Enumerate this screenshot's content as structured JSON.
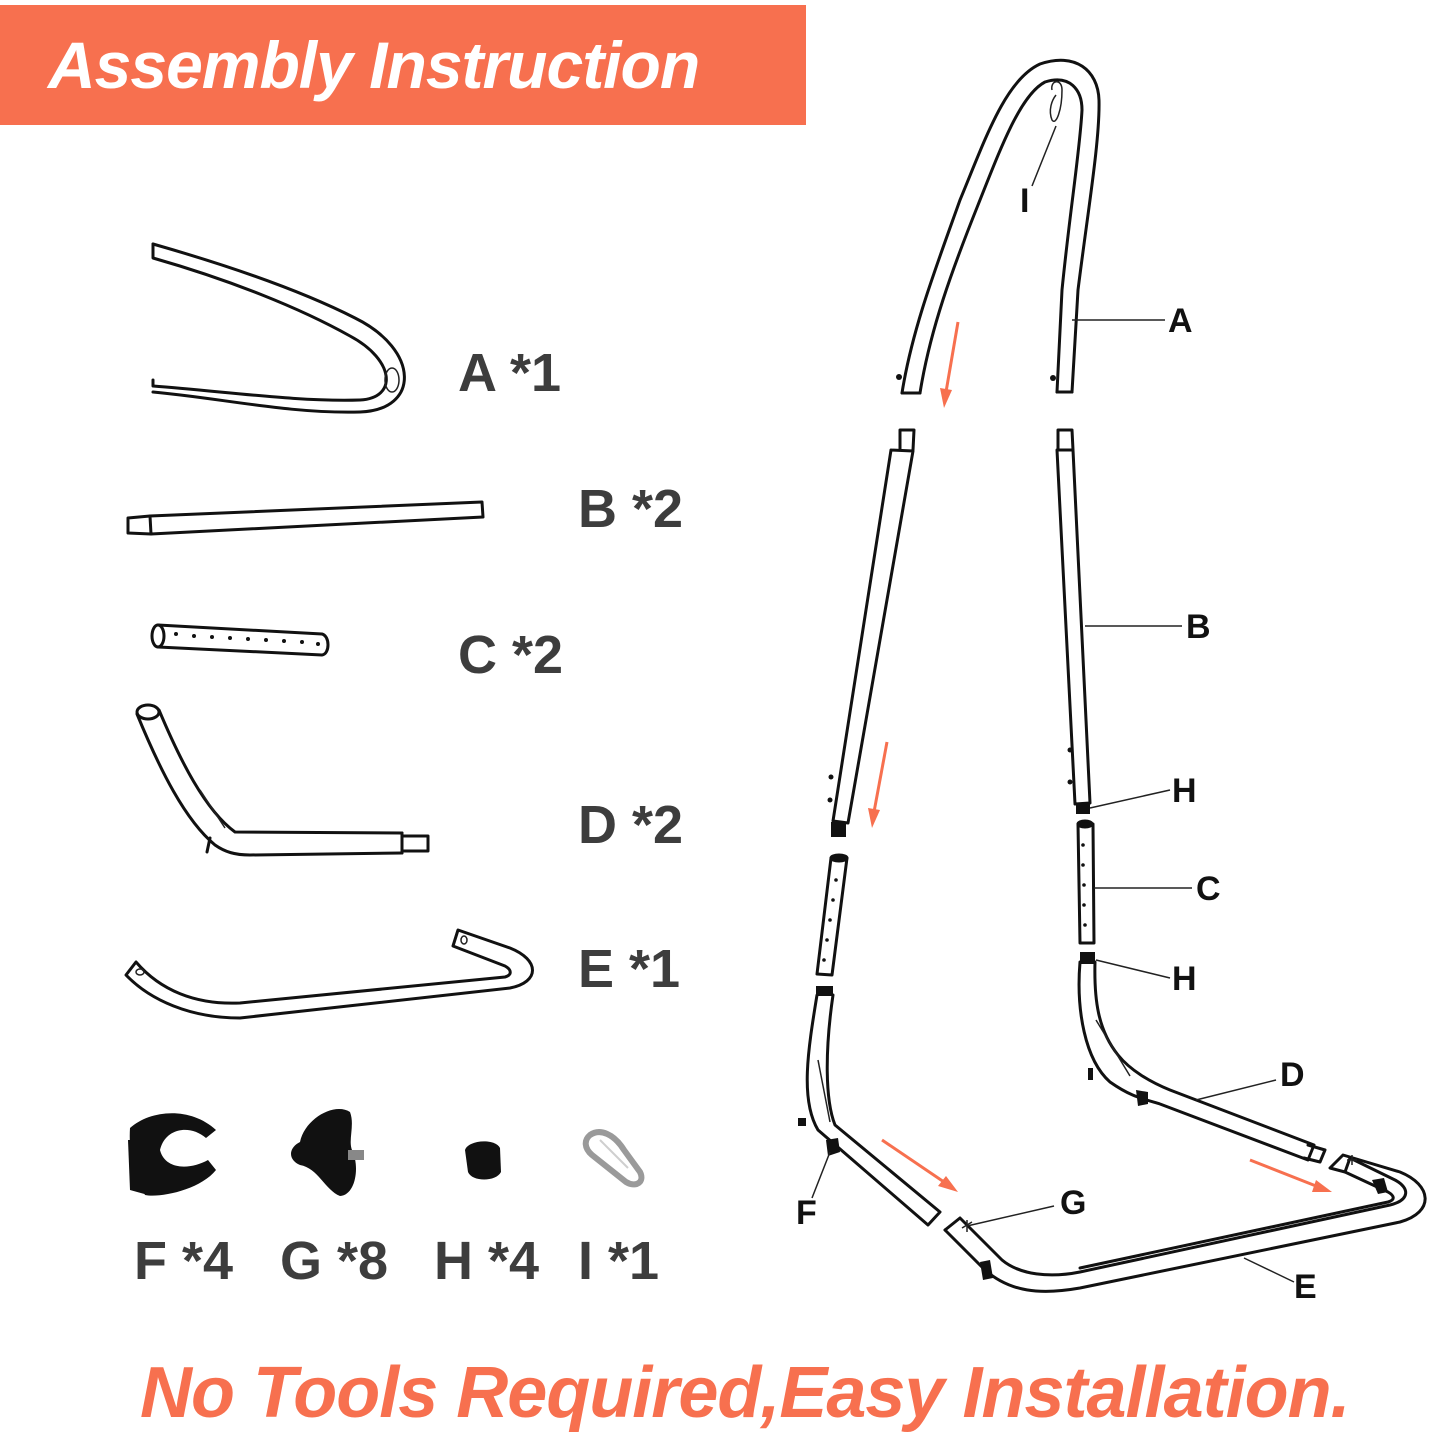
{
  "header": {
    "title": "Assembly Instruction",
    "banner_color": "#f7704f"
  },
  "parts": [
    {
      "label": "A *1"
    },
    {
      "label": "B *2"
    },
    {
      "label": "C *2"
    },
    {
      "label": "D *2"
    },
    {
      "label": "E *1"
    },
    {
      "label": "F *4"
    },
    {
      "label": "G *8"
    },
    {
      "label": "H *4"
    },
    {
      "label": "I *1"
    }
  ],
  "callouts": {
    "I": "I",
    "A": "A",
    "B": "B",
    "H1": "H",
    "C": "C",
    "H2": "H",
    "D": "D",
    "F": "F",
    "G": "G",
    "E": "E"
  },
  "footer": {
    "text": "No Tools Required,Easy Installation.",
    "color": "#f7704f"
  }
}
